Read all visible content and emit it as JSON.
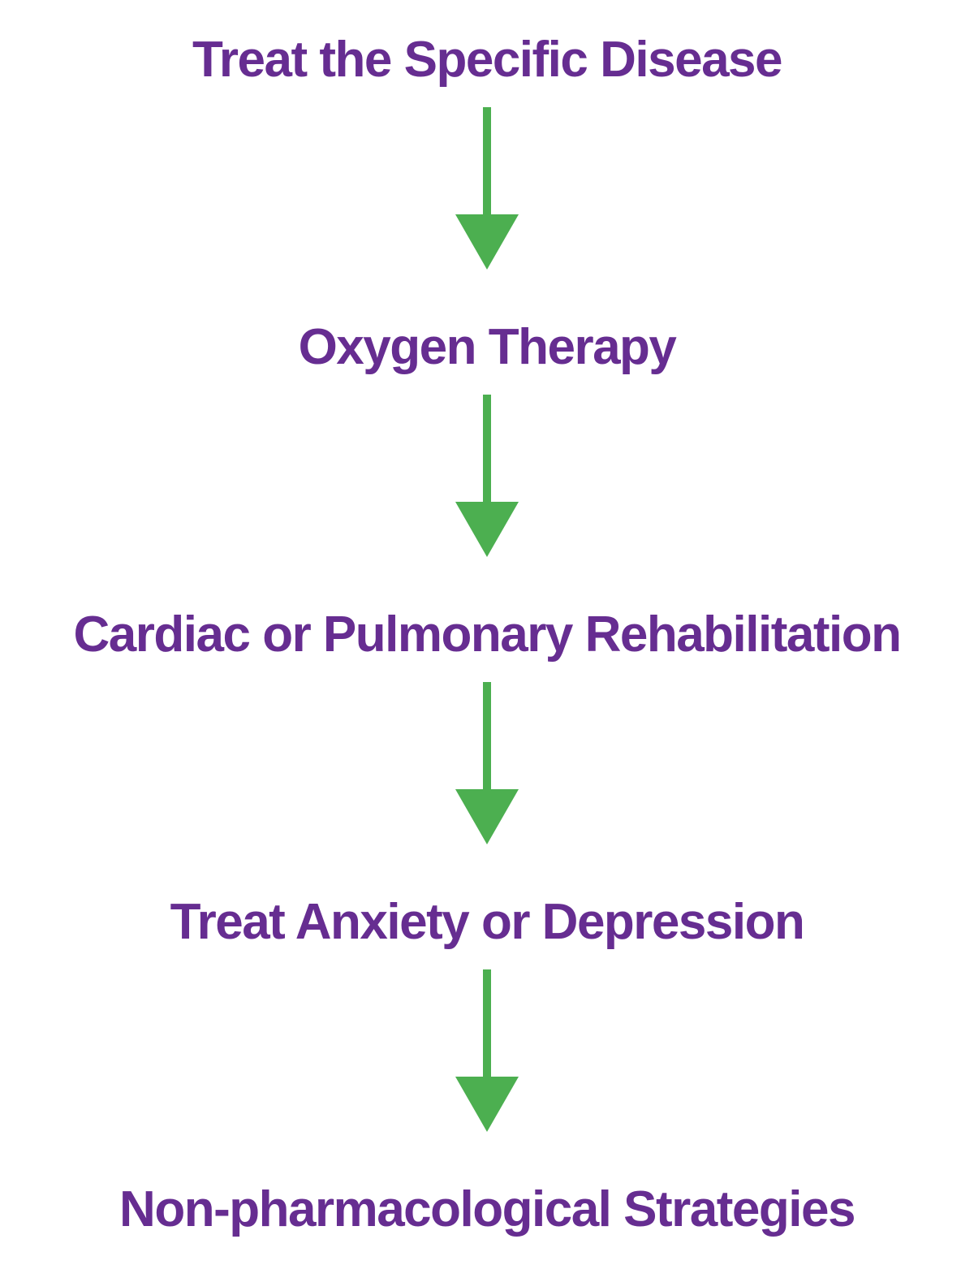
{
  "flowchart": {
    "steps": [
      {
        "label": "Treat the Specific Disease"
      },
      {
        "label": "Oxygen Therapy"
      },
      {
        "label": "Cardiac or Pulmonary Rehabilitation"
      },
      {
        "label": "Treat Anxiety or Depression"
      },
      {
        "label": "Non-pharmacological Strategies"
      }
    ],
    "connector": "down-arrow"
  },
  "colors": {
    "text": "#662D91",
    "arrow": "#4CAF50",
    "background": "#FFFFFF"
  }
}
